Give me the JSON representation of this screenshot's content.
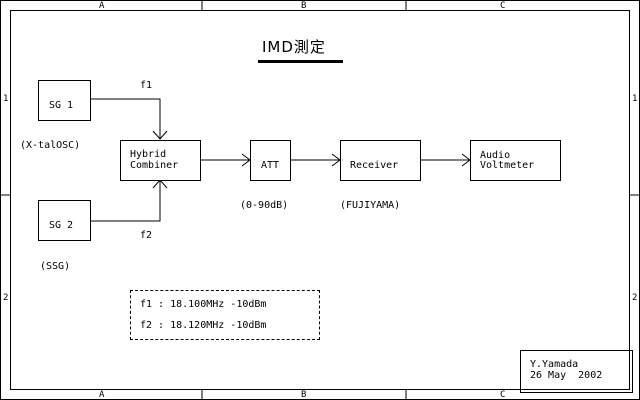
{
  "title": "IMD測定",
  "zones": {
    "columns": [
      "A",
      "B",
      "C"
    ],
    "rows": [
      "1",
      "2"
    ]
  },
  "blocks": {
    "sg1": "SG 1",
    "sg2": "SG 2",
    "hybrid_line1": "Hybrid",
    "hybrid_line2": "Combiner",
    "att": "ATT",
    "receiver": "Receiver",
    "audio_line1": "Audio",
    "audio_line2": "Voltmeter"
  },
  "annotations": {
    "sg1_note": "(X-talOSC)",
    "sg2_note": "(SSG)",
    "f1": "f1",
    "f2": "f2",
    "att_note": "(0-90dB)",
    "receiver_note": "(FUJIYAMA)"
  },
  "settings": {
    "line1": "f1 : 18.100MHz -10dBm",
    "line2": "f2 : 18.120MHz -10dBm"
  },
  "title_block": {
    "author": "Y.Yamada",
    "date": "26 May  2002"
  }
}
